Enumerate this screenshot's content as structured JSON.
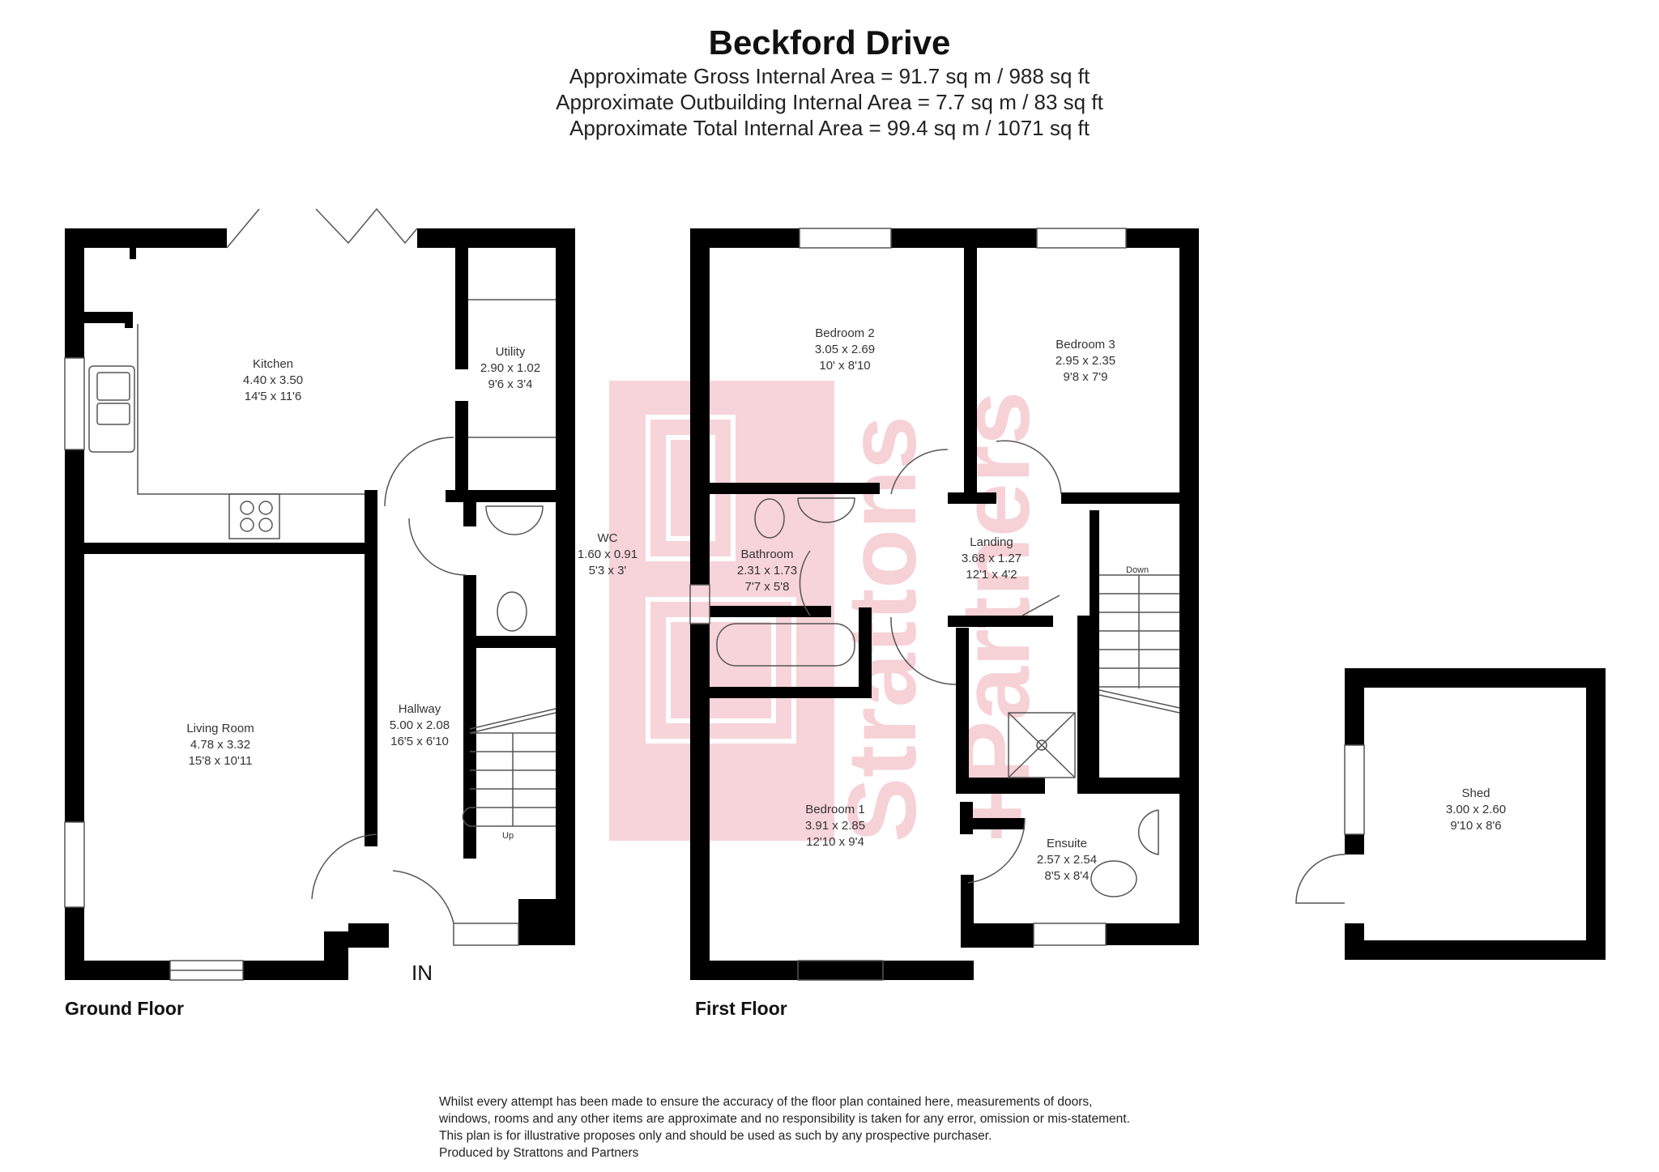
{
  "header": {
    "title": "Beckford Drive",
    "gross_area": "Approximate Gross Internal Area = 91.7 sq m / 988 sq ft",
    "outbuilding_area": "Approximate Outbuilding Internal Area = 7.7 sq m / 83 sq ft",
    "total_area": "Approximate Total Internal Area = 99.4 sq m / 1071 sq ft"
  },
  "ground_floor": {
    "label": "Ground Floor",
    "entrance_label": "IN",
    "stairs_label": "Up",
    "rooms": [
      {
        "name": "Kitchen",
        "metric": "4.40 x 3.50",
        "imperial": "14'5 x 11'6"
      },
      {
        "name": "Utility",
        "metric": "2.90 x 1.02",
        "imperial": "9'6 x 3'4"
      },
      {
        "name": "WC",
        "metric": "1.60 x 0.91",
        "imperial": "5'3 x 3'"
      },
      {
        "name": "Living Room",
        "metric": "4.78 x 3.32",
        "imperial": "15'8 x 10'11"
      },
      {
        "name": "Hallway",
        "metric": "5.00 x 2.08",
        "imperial": "16'5 x 6'10"
      }
    ]
  },
  "first_floor": {
    "label": "First Floor",
    "stairs_label": "Down",
    "rooms": [
      {
        "name": "Bedroom 2",
        "metric": "3.05 x 2.69",
        "imperial": "10' x 8'10"
      },
      {
        "name": "Bedroom 3",
        "metric": "2.95 x 2.35",
        "imperial": "9'8 x 7'9"
      },
      {
        "name": "Bathroom",
        "metric": "2.31 x 1.73",
        "imperial": "7'7 x 5'8"
      },
      {
        "name": "Landing",
        "metric": "3.68 x 1.27",
        "imperial": "12'1 x 4'2"
      },
      {
        "name": "Bedroom 1",
        "metric": "3.91 x 2.85",
        "imperial": "12'10 x 9'4"
      },
      {
        "name": "Ensuite",
        "metric": "2.57 x 2.54",
        "imperial": "8'5 x 8'4"
      }
    ]
  },
  "outbuilding": {
    "rooms": [
      {
        "name": "Shed",
        "metric": "3.00 x 2.60",
        "imperial": "9'10 x 8'6"
      }
    ]
  },
  "watermark": {
    "text": "Strattons + Partners",
    "color": "#f4c6cc"
  },
  "colors": {
    "wall": "#000000",
    "line": "#555555",
    "background": "#ffffff"
  },
  "disclaimer": {
    "line1": "Whilst every attempt has been made to ensure the accuracy of the floor plan contained here, measurements of doors,",
    "line2": "windows, rooms and any other items are approximate and no responsibility is taken for any error, omission or mis-statement.",
    "line3": "This plan is for illustrative proposes only and should be used as such by any prospective purchaser.",
    "line4": "Produced by Strattons and Partners"
  }
}
